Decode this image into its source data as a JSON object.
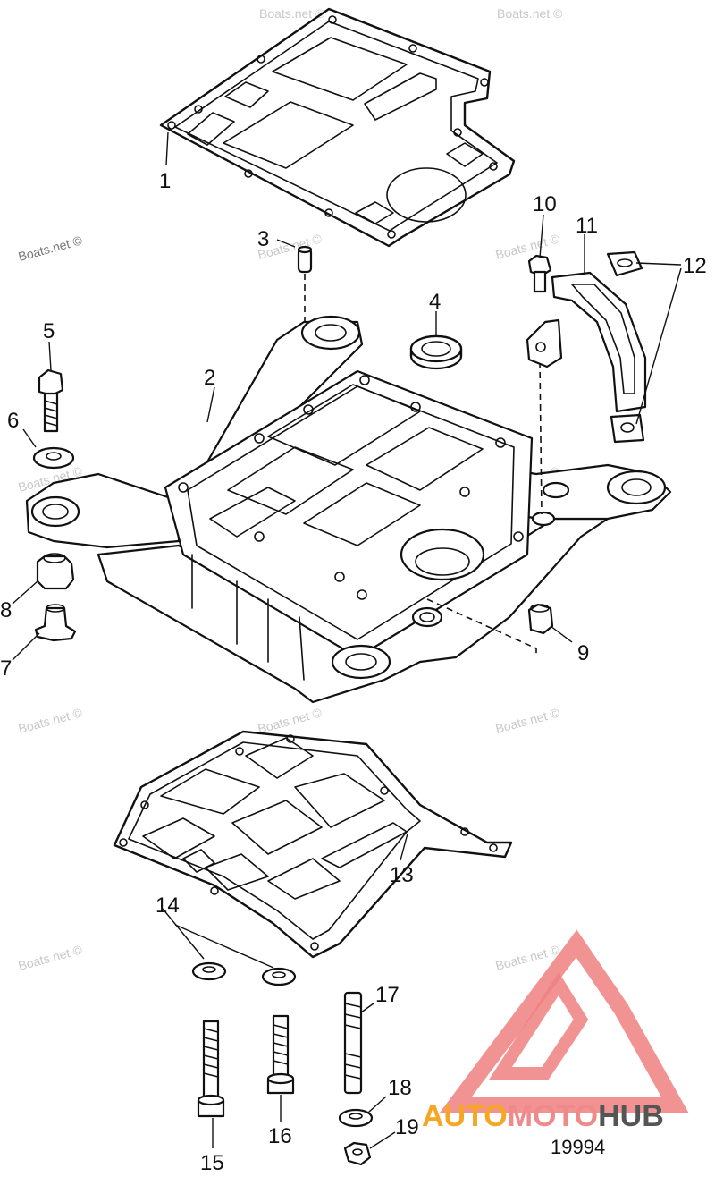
{
  "diagram": {
    "callouts": [
      "1",
      "2",
      "3",
      "4",
      "5",
      "6",
      "7",
      "8",
      "9",
      "10",
      "11",
      "12",
      "13",
      "14",
      "15",
      "16",
      "17",
      "18",
      "19"
    ],
    "drawing_code": "19994",
    "watermark_text": "Boats.net ©",
    "logo": {
      "part_a": "AUTO",
      "part_b": "MOTO",
      "part_c": "HUB",
      "color_a": "#f5a623",
      "color_b": "#f08a8a",
      "color_c": "#555555",
      "triangle_color": "#f08080"
    }
  }
}
